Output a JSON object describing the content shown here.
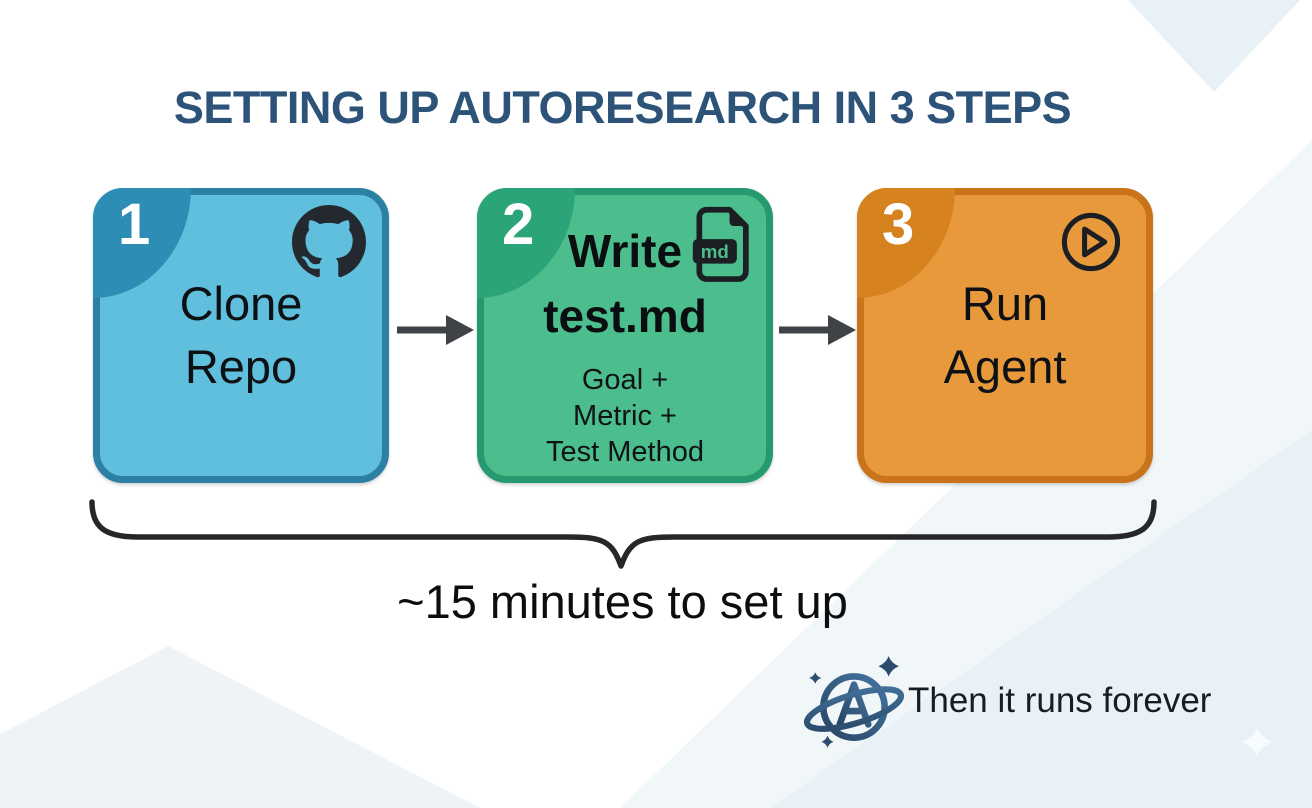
{
  "title": "SETTING UP AUTORESEARCH IN 3 STEPS",
  "steps": [
    {
      "number": "1",
      "label_line1": "Clone",
      "label_line2": "Repo",
      "icon": "github-icon",
      "colors": {
        "fill": "#5FBFDD",
        "border": "#2C80A4",
        "tab": "#2E8DB5"
      }
    },
    {
      "number": "2",
      "label_line1": "Write",
      "label_line2": "test.md",
      "sublabel_lines": [
        "Goal +",
        "Metric +",
        "Test Method"
      ],
      "icon": "markdown-file-icon",
      "badge_label": "md",
      "colors": {
        "fill": "#4CBD8D",
        "border": "#259A6F",
        "tab": "#2BA578"
      }
    },
    {
      "number": "3",
      "label_line1": "Run",
      "label_line2": "Agent",
      "icon": "play-icon",
      "colors": {
        "fill": "#E8993B",
        "border": "#C9741B",
        "tab": "#D5821F"
      }
    }
  ],
  "connectors": [
    "arrow-right",
    "arrow-right"
  ],
  "brace_note": "~15 minutes to set up",
  "footer": {
    "logo": "autoresearch-planet-logo",
    "text": "Then it runs forever"
  },
  "palette": {
    "title_color": "#2D5379",
    "arrow_color": "#3F4347",
    "brace_color": "#272727",
    "text_color": "#0E1114",
    "logo_color": "#35587D",
    "background": "#FFFFFF",
    "background_accent": "#E9F3F7"
  }
}
